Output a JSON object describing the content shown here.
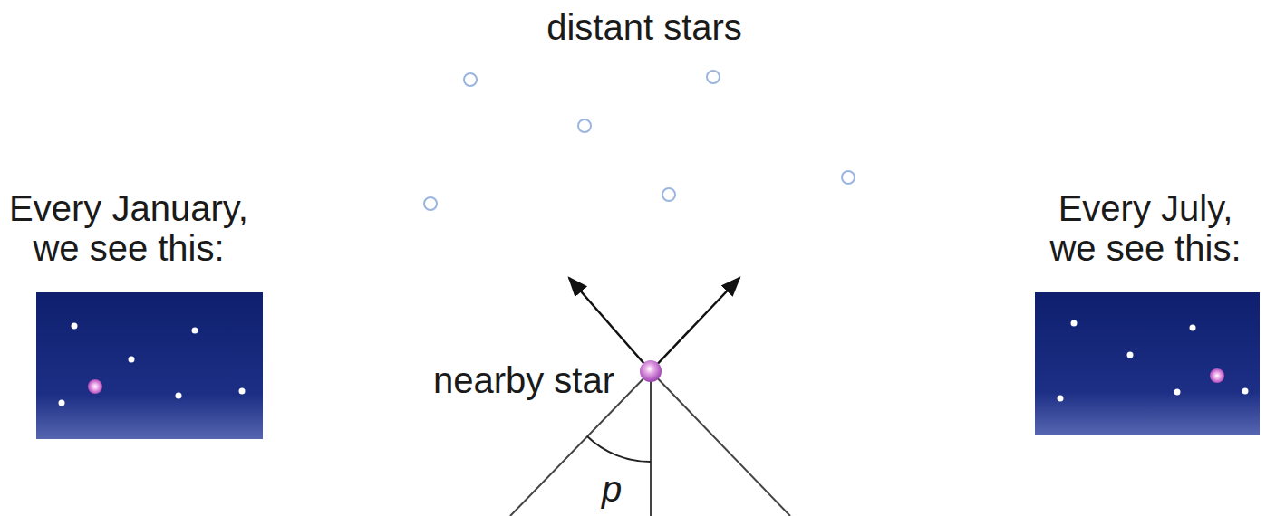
{
  "diagram": {
    "nodes": [
      {
        "text": [
          "Every January, we see this:"
        ]
      },
      {
        "text": [
          "Every July, we see this:"
        ]
      }
    ],
    "labels": [
      "distant stars",
      "nearby star",
      "p"
    ]
  }
}
